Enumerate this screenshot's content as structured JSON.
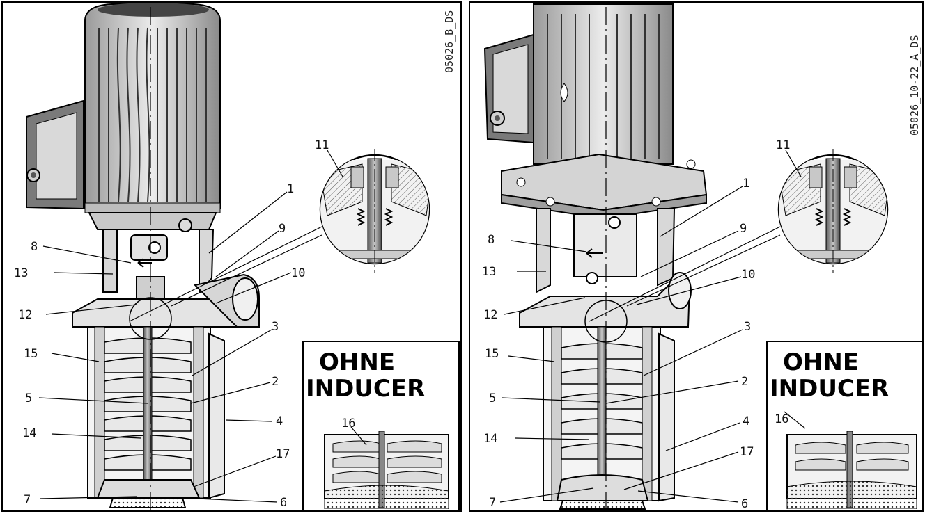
{
  "panels": [
    {
      "id": "left",
      "drawing_code": "05026_B_DS",
      "inset_title_line1": "OHNE",
      "inset_title_line2": "INDUCER",
      "callouts": {
        "c1": "1",
        "c2": "2",
        "c3": "3",
        "c4": "4",
        "c5": "5",
        "c6": "6",
        "c7": "7",
        "c8": "8",
        "c9": "9",
        "c10": "10",
        "c11": "11",
        "c12": "12",
        "c13": "13",
        "c14": "14",
        "c15": "15",
        "c16": "16",
        "c17": "17"
      }
    },
    {
      "id": "right",
      "drawing_code": "05026_10-22_A_DS",
      "inset_title_line1": "OHNE",
      "inset_title_line2": "INDUCER",
      "callouts": {
        "c1": "1",
        "c2": "2",
        "c3": "3",
        "c4": "4",
        "c5": "5",
        "c6": "6",
        "c7": "7",
        "c8": "8",
        "c9": "9",
        "c10": "10",
        "c11": "11",
        "c12": "12",
        "c13": "13",
        "c14": "14",
        "c15": "15",
        "c16": "16",
        "c17": "17"
      }
    }
  ]
}
